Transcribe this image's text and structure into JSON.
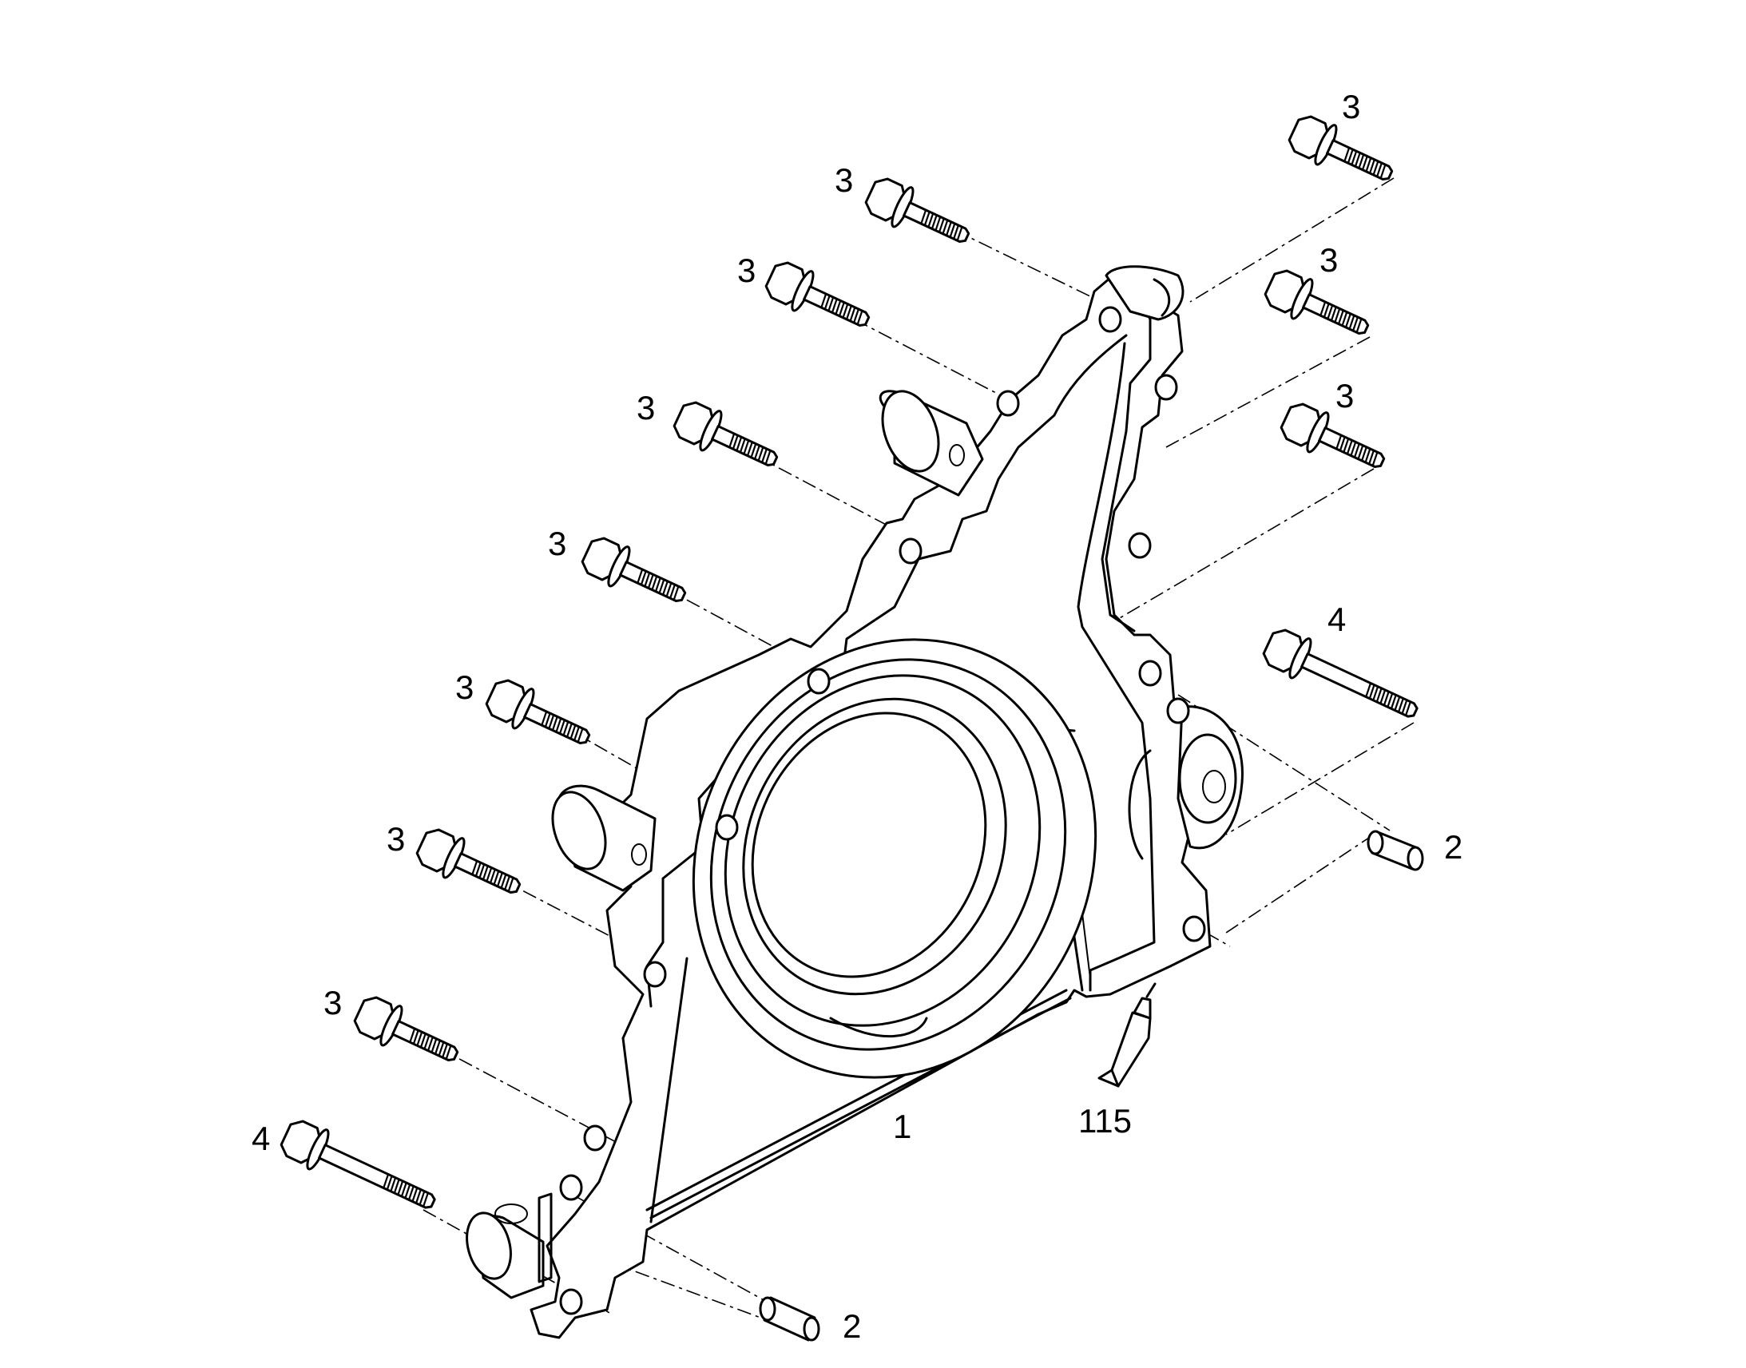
{
  "labels": {
    "cover": "1",
    "dowel": "2",
    "bolt_short": "3",
    "bolt_long": "4",
    "sealant": "115"
  }
}
